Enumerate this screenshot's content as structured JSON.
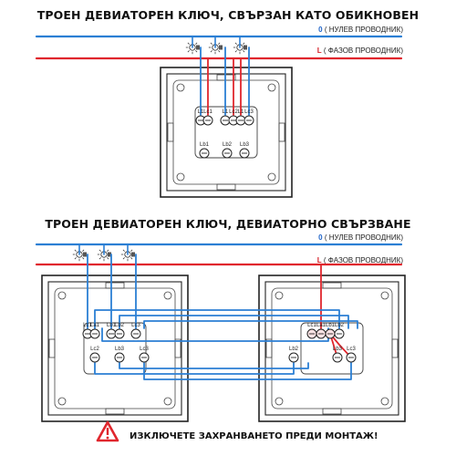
{
  "top": {
    "title": "ТРОЕН ДЕВИАТОРЕН КЛЮЧ, СВЪРЗАН КАТО ОБИКНОВЕН",
    "neutral_symbol": "0",
    "neutral_text": "( НУЛЕВ ПРОВОДНИК)",
    "phase_symbol": "L",
    "phase_text": "( ФАЗОВ ПРОВОДНИК)"
  },
  "bottom": {
    "title": "ТРОЕН ДЕВИАТОРЕН КЛЮЧ, ДЕВИАТОРНО СВЪРЗВАНЕ",
    "neutral_symbol": "0",
    "neutral_text": "( НУЛЕВ ПРОВОДНИК)",
    "phase_symbol": "L",
    "phase_text": "( ФАЗОВ ПРОВОДНИК)"
  },
  "terminals": {
    "top_row": [
      "L1",
      "Lc1",
      "L1",
      "Lc2",
      "L1",
      "Lc3"
    ],
    "bottom_row": [
      "Lb1",
      "Lb2",
      "Lb3"
    ],
    "left_top": [
      "Lc1",
      "La1",
      "Lb1",
      "Lb2",
      "Lc3"
    ],
    "left_bottom": [
      "Lc2",
      "Lb3",
      "Lc3"
    ],
    "right_top": [
      "Lc1",
      "La1",
      "Lb1",
      "Lb2"
    ],
    "right_bottom": [
      "Lb2",
      "Lb3",
      "Lc3"
    ]
  },
  "warning": {
    "text": "ИЗКЛЮЧЕТЕ ЗАХРАНВАНЕТО ПРЕДИ МОНТАЖ!",
    "icon": "warning-triangle-icon"
  },
  "colors": {
    "neutral": "#2b7fd4",
    "phase": "#e0262d",
    "frame": "#222222",
    "warning": "#e0262d"
  }
}
